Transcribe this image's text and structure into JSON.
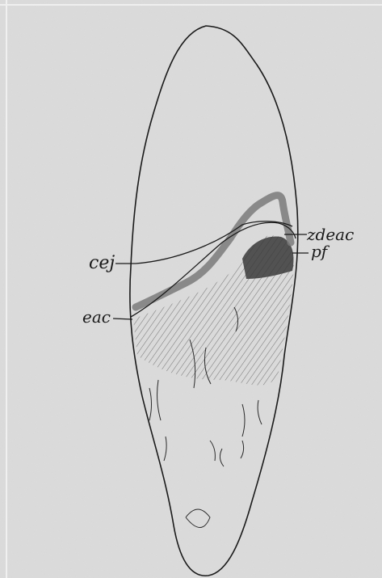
{
  "figure": {
    "labels": {
      "cej": "cej",
      "eac": "eac",
      "zdeac": "zdeac",
      "pf": "pf"
    },
    "colors": {
      "paper": "#dcdcdc",
      "ink": "#1a1a1a",
      "calculus_band": "#7a7a7a",
      "plaque_mass": "#3a3a3a"
    }
  }
}
